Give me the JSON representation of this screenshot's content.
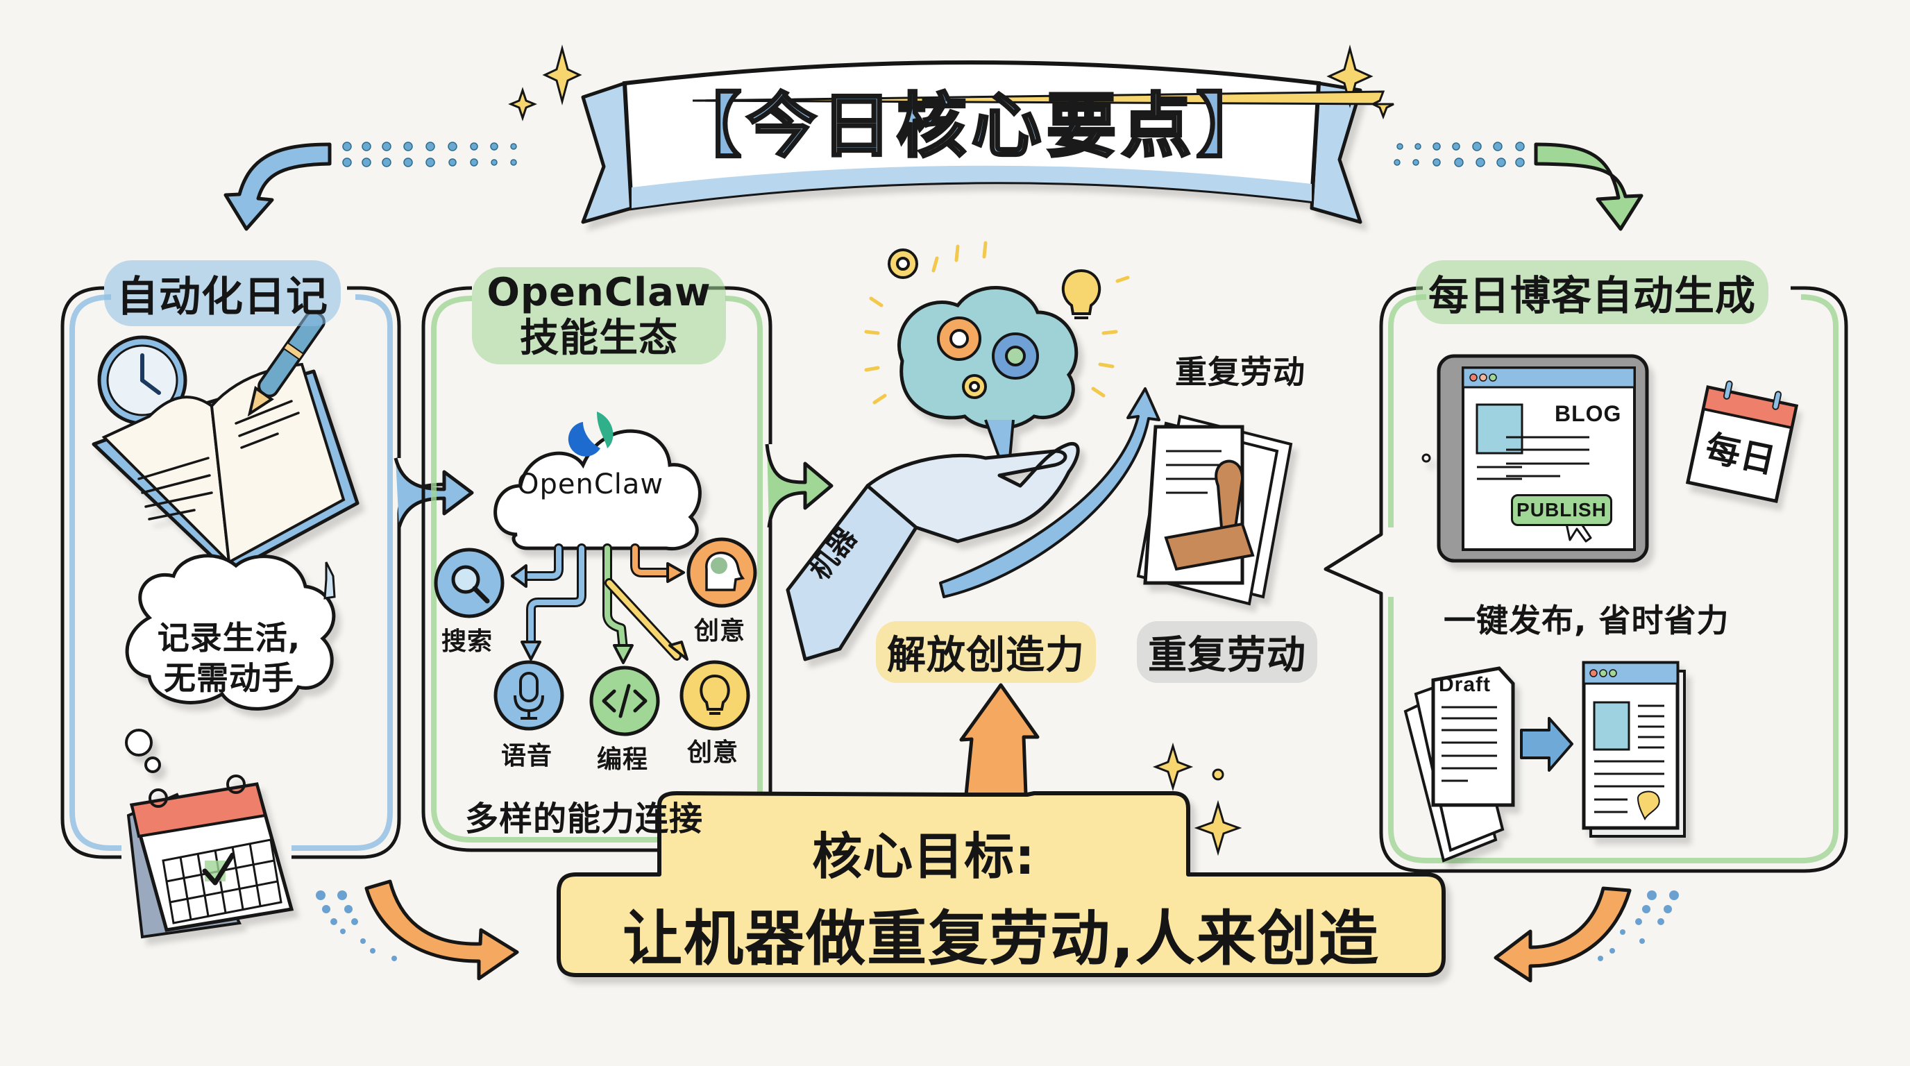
{
  "title": "【今日核心要点】",
  "colors": {
    "background": "#f6f5f1",
    "blue": "#8ebee4",
    "green": "#a0d696",
    "orange": "#f4a860",
    "yellow": "#f7d670",
    "red": "#ee7f6b",
    "outline": "#161616"
  },
  "panels": {
    "diary": {
      "title": "自动化日记",
      "cloud_line1": "记录生活,",
      "cloud_line2": "无需动手",
      "icons": [
        "clock-icon",
        "open-book-icon",
        "pen-icon",
        "calendar-check-icon"
      ]
    },
    "openclaw": {
      "title_line1": "OpenClaw",
      "title_line2": "技能生态",
      "cloud_label": "OpenClaw",
      "skills": [
        {
          "label": "搜索",
          "icon": "search-icon",
          "color": "#8ebee4"
        },
        {
          "label": "创意",
          "icon": "brain-head-icon",
          "color": "#f4a860"
        },
        {
          "label": "语音",
          "icon": "microphone-icon",
          "color": "#8ebee4"
        },
        {
          "label": "编程",
          "icon": "code-icon",
          "color": "#a0d696"
        },
        {
          "label": "创意",
          "icon": "lightbulb-icon",
          "color": "#f7d670"
        }
      ],
      "footer": "多样的能力连接"
    },
    "center": {
      "arm_label": "机器",
      "repetitive_top": "重复劳动",
      "free_creativity": "解放创造力",
      "repetitive_bottom": "重复劳动"
    },
    "blog": {
      "title": "每日博客自动生成",
      "blog_heading": "BLOG",
      "publish_button": "PUBLISH",
      "calendar_label": "每日",
      "tagline": "一键发布, 省时省力",
      "draft_label": "Draft"
    }
  },
  "core_goal": {
    "line1": "核心目标:",
    "line2": "让机器做重复劳动,人来创造"
  }
}
